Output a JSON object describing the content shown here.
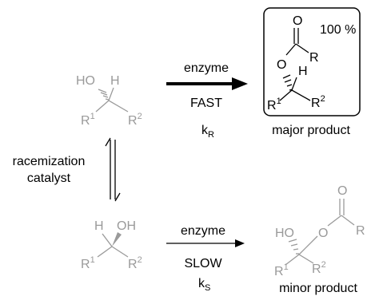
{
  "colors": {
    "faded": "#9a9a9a",
    "ink": "#000000",
    "background": "#ffffff"
  },
  "top_reaction": {
    "reagent": "enzyme",
    "rate_label": "FAST",
    "rate_constant": {
      "main": "k",
      "subscript": "R"
    }
  },
  "bottom_reaction": {
    "reagent": "enzyme",
    "rate_label": "SLOW",
    "rate_constant": {
      "main": "k",
      "subscript": "S"
    }
  },
  "equilibrium": {
    "label_line1": "racemization",
    "label_line2": "catalyst"
  },
  "major_product": {
    "caption": "major product",
    "yield": "100 %"
  },
  "minor_product": {
    "caption": "minor product"
  },
  "atoms": {
    "HO": "HO",
    "OH": "OH",
    "H": "H",
    "O": "O",
    "R": "R",
    "R1_main": "R",
    "R1_sup": "1",
    "R2_main": "R",
    "R2_sup": "2"
  }
}
